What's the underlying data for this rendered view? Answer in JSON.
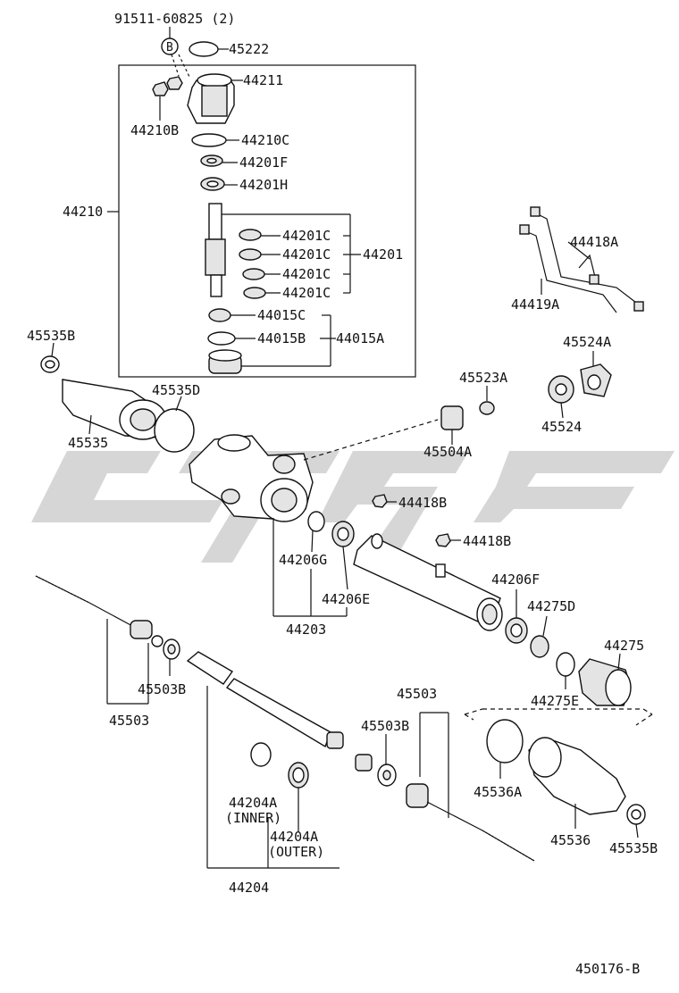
{
  "labels": {
    "bolt": "91511-60825 (2)",
    "bolt_marker": "B",
    "p45222": "45222",
    "p44211": "44211",
    "p44210b": "44210B",
    "p44210c": "44210C",
    "p44201f": "44201F",
    "p44201h": "44201H",
    "p44210": "44210",
    "p44201c_1": "44201C",
    "p44201c_2": "44201C",
    "p44201c_3": "44201C",
    "p44201c_4": "44201C",
    "p44201": "44201",
    "p44015c": "44015C",
    "p44015b": "44015B",
    "p44015a": "44015A",
    "p45535b_top": "45535B",
    "p45535d": "45535D",
    "p45535": "45535",
    "p44418a": "44418A",
    "p44419a": "44419A",
    "p45524a": "45524A",
    "p45523a": "45523A",
    "p45524": "45524",
    "p45504a": "45504A",
    "p44418b_1": "44418B",
    "p44418b_2": "44418B",
    "p44206g": "44206G",
    "p44206e": "44206E",
    "p44206f": "44206F",
    "p44275d": "44275D",
    "p44203": "44203",
    "p44275": "44275",
    "p44275e": "44275E",
    "p45503b_left": "45503B",
    "p45503_left": "45503",
    "p45503_right": "45503",
    "p45503b_right": "45503B",
    "p45536a": "45536A",
    "p44204a_inner": "44204A",
    "p44204a_inner_note": "(INNER)",
    "p44204a_outer": "44204A",
    "p44204a_outer_note": "(OUTER)",
    "p45536": "45536",
    "p45535b_bottom": "45535B",
    "p44204": "44204",
    "figure_code": "450176-B"
  }
}
